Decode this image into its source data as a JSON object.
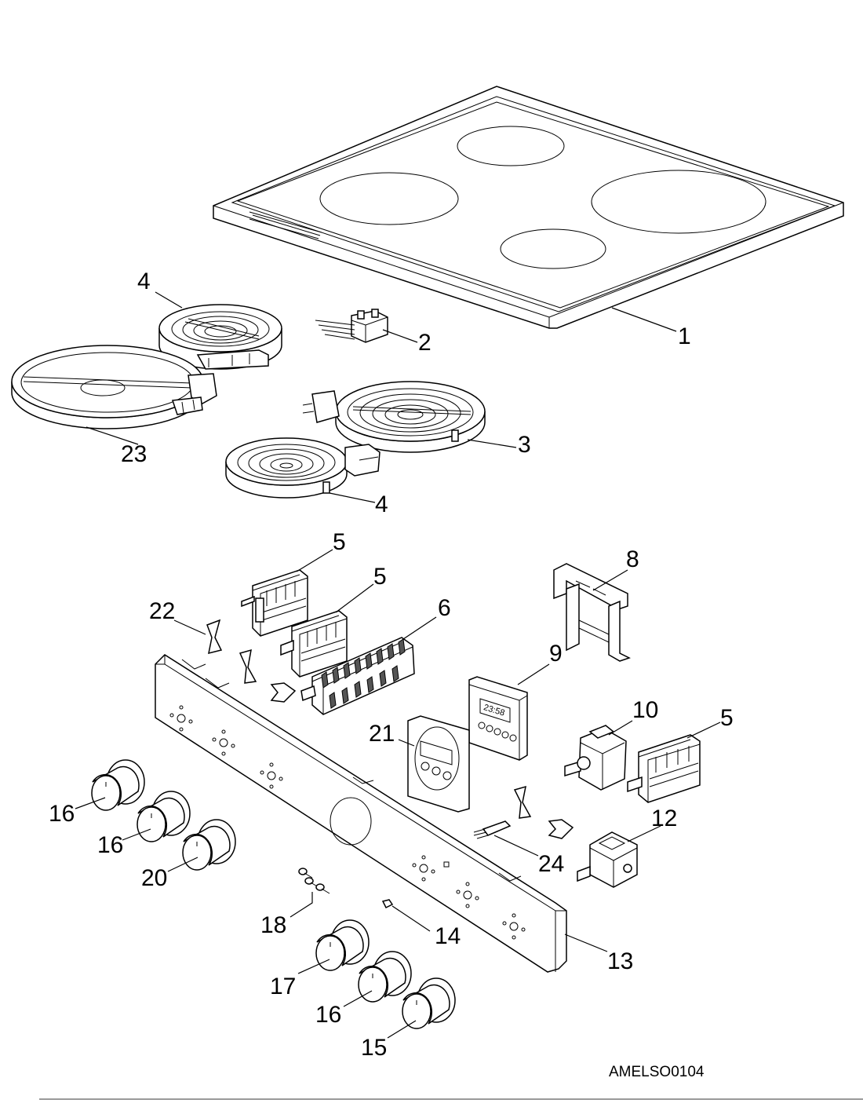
{
  "diagram": {
    "code": "AMELSO0104",
    "labels": {
      "l1": "1",
      "l2": "2",
      "l3": "3",
      "l4a": "4",
      "l4b": "4",
      "l5a": "5",
      "l5b": "5",
      "l5c": "5",
      "l6": "6",
      "l8": "8",
      "l9": "9",
      "l10": "10",
      "l12": "12",
      "l13": "13",
      "l14": "14",
      "l15": "15",
      "l16a": "16",
      "l16b": "16",
      "l16c": "16",
      "l17": "17",
      "l18": "18",
      "l20": "20",
      "l21": "21",
      "l22": "22",
      "l23": "23",
      "l24": "24"
    }
  },
  "colors": {
    "line": "#000000",
    "background": "#ffffff"
  }
}
